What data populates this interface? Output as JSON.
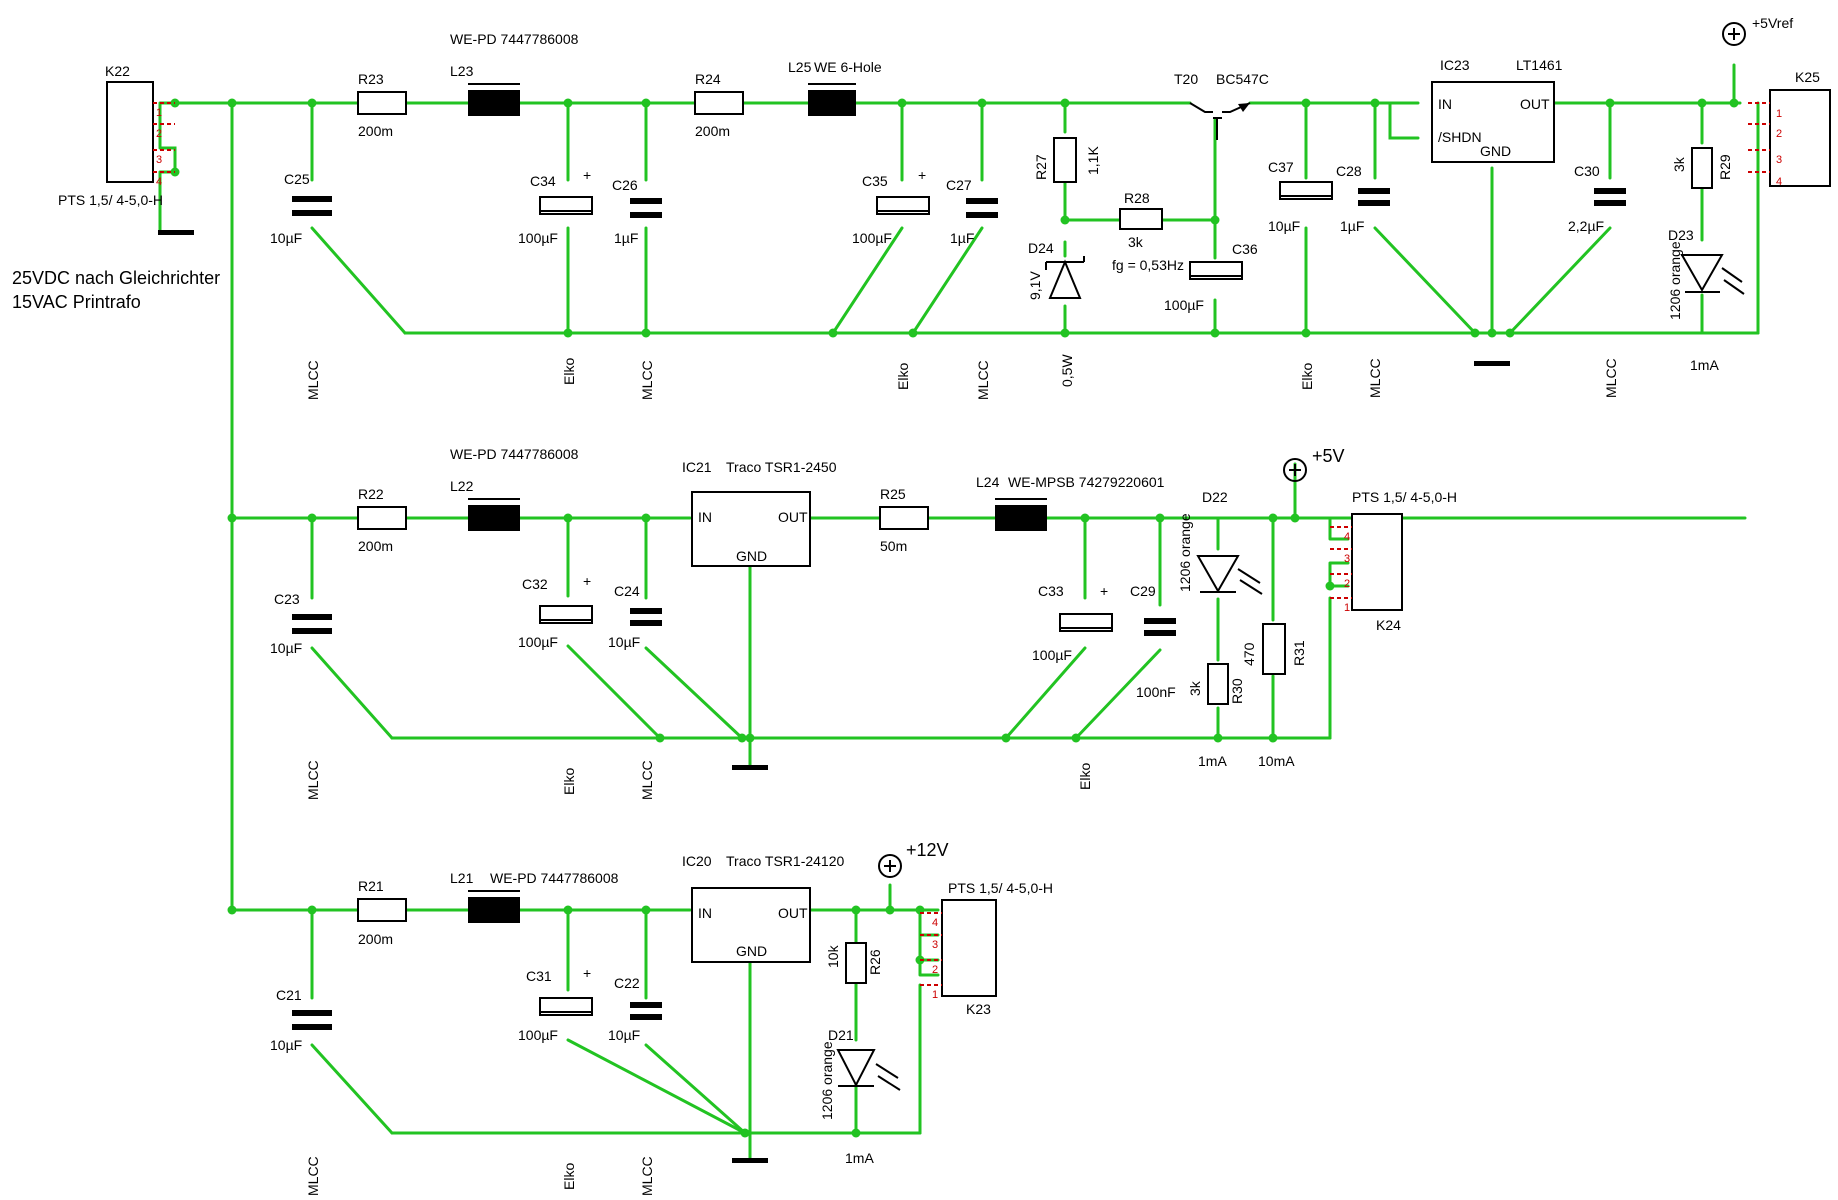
{
  "notes": {
    "line1": "25VDC nach Gleichrichter",
    "line2": "15VAC Printrafo"
  },
  "connectors": {
    "k22": {
      "ref": "K22",
      "type": "PTS 1,5/ 4-5,0-H",
      "pins": [
        "1",
        "2",
        "3",
        "4"
      ]
    },
    "k25": {
      "ref": "K25",
      "pins": [
        "1",
        "2",
        "3",
        "4"
      ]
    },
    "k24": {
      "ref": "K24",
      "type": "PTS 1,5/ 4-5,0-H",
      "pins": [
        "4",
        "3",
        "2",
        "1"
      ]
    },
    "k23": {
      "ref": "K23",
      "type": "PTS 1,5/ 4-5,0-H",
      "pins": [
        "4",
        "3",
        "2",
        "1"
      ]
    }
  },
  "supplies": {
    "vref": "+5Vref",
    "v5": "+5V",
    "v12": "+12V"
  },
  "resistors": {
    "r23": {
      "ref": "R23",
      "value": "200m"
    },
    "r24": {
      "ref": "R24",
      "value": "200m"
    },
    "r22": {
      "ref": "R22",
      "value": "200m"
    },
    "r25": {
      "ref": "R25",
      "value": "50m"
    },
    "r21": {
      "ref": "R21",
      "value": "200m"
    },
    "r27": {
      "ref": "R27",
      "value": "1,1K"
    },
    "r28": {
      "ref": "R28",
      "value": "3k"
    },
    "r29": {
      "ref": "R29",
      "value": "3k"
    },
    "r30": {
      "ref": "R30",
      "value": "3k"
    },
    "r31": {
      "ref": "R31",
      "value": "470"
    },
    "r26": {
      "ref": "R26",
      "value": "10k"
    }
  },
  "inductors": {
    "l23": {
      "ref": "L23",
      "part": "WE-PD 7447786008"
    },
    "l25": {
      "ref": "L25",
      "part": "WE 6-Hole"
    },
    "l22": {
      "ref": "L22",
      "part": "WE-PD 7447786008"
    },
    "l24": {
      "ref": "L24",
      "part": "WE-MPSB 74279220601"
    },
    "l21": {
      "ref": "L21",
      "part": "WE-PD 7447786008"
    }
  },
  "capacitors": {
    "c25": {
      "ref": "C25",
      "value": "10µF",
      "kind": "MLCC"
    },
    "c34": {
      "ref": "C34",
      "value": "100µF",
      "kind": "Elko"
    },
    "c26": {
      "ref": "C26",
      "value": "1µF",
      "kind": "MLCC"
    },
    "c35": {
      "ref": "C35",
      "value": "100µF",
      "kind": "Elko"
    },
    "c27": {
      "ref": "C27",
      "value": "1µF",
      "kind": "MLCC"
    },
    "c36": {
      "ref": "C36",
      "value": "100µF",
      "note": "fg = 0,53Hz"
    },
    "c37": {
      "ref": "C37",
      "value": "10µF",
      "kind": "Elko"
    },
    "c28": {
      "ref": "C28",
      "value": "1µF",
      "kind": "MLCC"
    },
    "c30": {
      "ref": "C30",
      "value": "2,2µF",
      "kind": "MLCC"
    },
    "c23": {
      "ref": "C23",
      "value": "10µF",
      "kind": "MLCC"
    },
    "c32": {
      "ref": "C32",
      "value": "100µF",
      "kind": "Elko"
    },
    "c24": {
      "ref": "C24",
      "value": "10µF",
      "kind": "MLCC"
    },
    "c33": {
      "ref": "C33",
      "value": "100µF",
      "kind": "Elko"
    },
    "c29": {
      "ref": "C29",
      "value": "100nF"
    },
    "c21": {
      "ref": "C21",
      "value": "10µF",
      "kind": "MLCC"
    },
    "c31": {
      "ref": "C31",
      "value": "100µF",
      "kind": "Elko"
    },
    "c22": {
      "ref": "C22",
      "value": "10µF",
      "kind": "MLCC"
    }
  },
  "diodes": {
    "d24": {
      "ref": "D24",
      "value": "9,1V",
      "rating": "0,5W"
    },
    "d23": {
      "ref": "D23",
      "part": "1206 orange",
      "current": "1mA"
    },
    "d22": {
      "ref": "D22",
      "part": "1206 orange",
      "current": "1mA"
    },
    "d21": {
      "ref": "D21",
      "part": "1206 orange",
      "current": "1mA"
    }
  },
  "current_r31": "10mA",
  "transistor": {
    "ref": "T20",
    "part": "BC547C"
  },
  "ics": {
    "ic23": {
      "ref": "IC23",
      "part": "LT1461",
      "pins": {
        "in": "IN",
        "shdn": "/SHDN",
        "gnd": "GND",
        "out": "OUT"
      }
    },
    "ic21": {
      "ref": "IC21",
      "part": "Traco TSR1-2450",
      "pins": {
        "in": "IN",
        "out": "OUT",
        "gnd": "GND"
      }
    },
    "ic20": {
      "ref": "IC20",
      "part": "Traco TSR1-24120",
      "pins": {
        "in": "IN",
        "out": "OUT",
        "gnd": "GND"
      }
    }
  },
  "colors": {
    "wire": "#22c322",
    "pin": "#cc0000",
    "symbol": "#000000"
  }
}
